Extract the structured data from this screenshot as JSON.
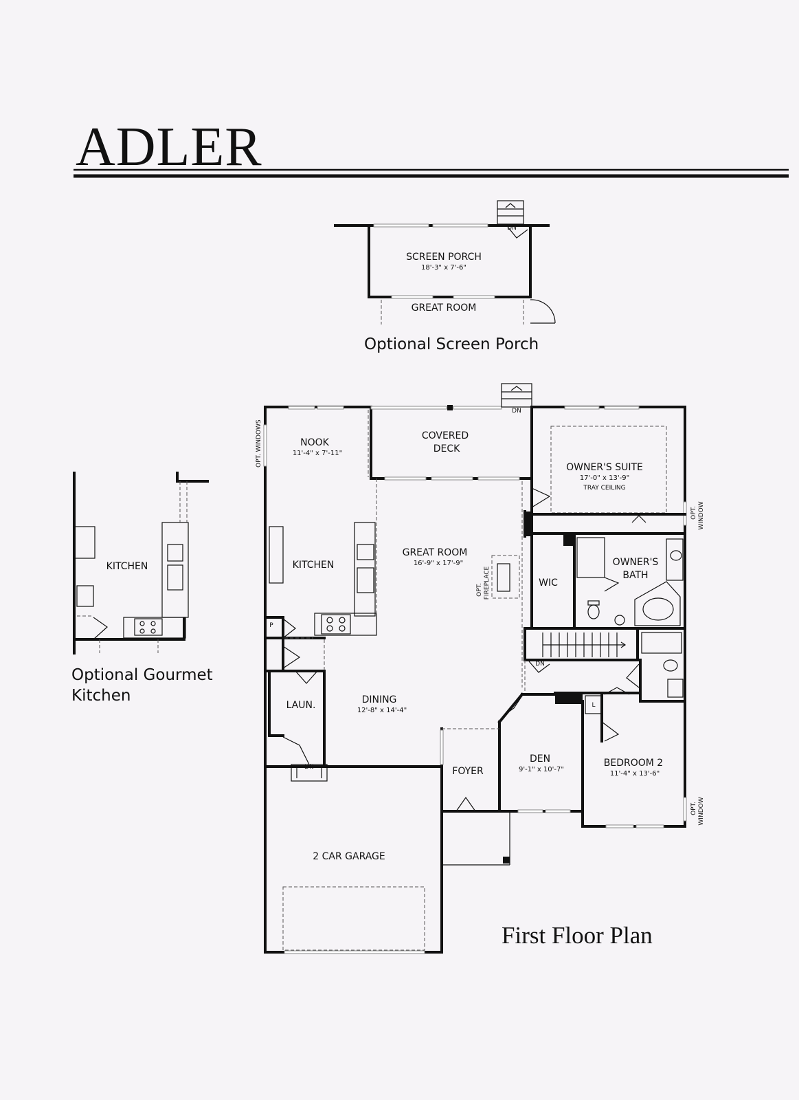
{
  "title": "ADLER",
  "screen_porch": {
    "caption": "Optional Screen Porch",
    "room_name": "SCREEN PORCH",
    "room_dim": "18'-3\" x 7'-6\"",
    "adjacent": "GREAT ROOM",
    "stair": "DN"
  },
  "gourmet_kitchen": {
    "caption_line1": "Optional Gourmet",
    "caption_line2": "Kitchen",
    "room_name": "KITCHEN"
  },
  "floor_plan": {
    "caption": "First Floor Plan",
    "rooms": {
      "nook": {
        "name": "NOOK",
        "dim": "11'-4\" x 7'-11\""
      },
      "covered_deck": {
        "line1": "COVERED",
        "line2": "DECK"
      },
      "owners_suite": {
        "name": "OWNER'S SUITE",
        "dim": "17'-0\" x 13'-9\"",
        "note": "TRAY CEILING"
      },
      "kitchen": {
        "name": "KITCHEN"
      },
      "great_room": {
        "name": "GREAT ROOM",
        "dim": "16'-9\" x 17'-9\""
      },
      "wic": {
        "name": "WIC"
      },
      "owners_bath": {
        "line1": "OWNER'S",
        "line2": "BATH"
      },
      "laundry": {
        "name": "LAUN."
      },
      "dining": {
        "name": "DINING",
        "dim": "12'-8\" x 14'-4\""
      },
      "den": {
        "name": "DEN",
        "dim": "9'-1\" x 10'-7\""
      },
      "bedroom2": {
        "name": "BEDROOM 2",
        "dim": "11'-4\" x 13'-6\""
      },
      "foyer": {
        "name": "FOYER"
      },
      "garage": {
        "name": "2 CAR GARAGE"
      }
    },
    "notes": {
      "opt_windows": "OPT. WINDOWS",
      "opt_fireplace_1": "OPT.",
      "opt_fireplace_2": "FIREPLACE",
      "opt_window_1": "OPT.",
      "opt_window_2": "WINDOW",
      "dn": "DN",
      "pantry": "P",
      "linen": "L"
    }
  }
}
